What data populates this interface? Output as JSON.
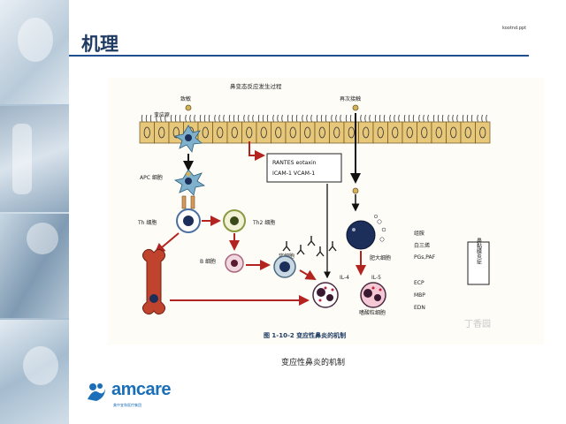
{
  "slide": {
    "title": "机理",
    "corner_mark": "kootnd.ppt",
    "caption": "变应性鼻炎的机制"
  },
  "figure": {
    "heading": "鼻变态反应发生过程",
    "labels": {
      "sensitize": "致敏",
      "allergen": "变应原",
      "re_exposure": "再次接触",
      "apc": "APC 细胞",
      "th": "Th 细胞",
      "th2": "Th2 细胞",
      "b_cell": "B 细胞",
      "plasma": "浆细胞",
      "mast": "肥大细胞",
      "il4": "IL-4",
      "il5": "IL-5",
      "eosinophil": "嗜酸粒细胞",
      "mediators_1": "组胺",
      "mediators_2": "白三烯",
      "mediators_3": "PGs,PAF",
      "granule_1": "ECP",
      "granule_2": "MBP",
      "granule_3": "EDN",
      "box_line1": "RANTES eotaxin",
      "box_line2": "ICAM-1 VCAM-1",
      "side_box": "鼻黏膜炎症",
      "fig_caption": "图 1-10-2    变应性鼻炎的机制",
      "watermark": "丁香园"
    }
  },
  "logo": {
    "name": "amcare",
    "subtitle": "美中宜和医疗集团"
  },
  "colors": {
    "title": "#1f3b63",
    "rule": "#1f4f8f",
    "epithelium": "#e7c77a",
    "arrow_red": "#b3231f",
    "logo": "#1b6fb8"
  }
}
